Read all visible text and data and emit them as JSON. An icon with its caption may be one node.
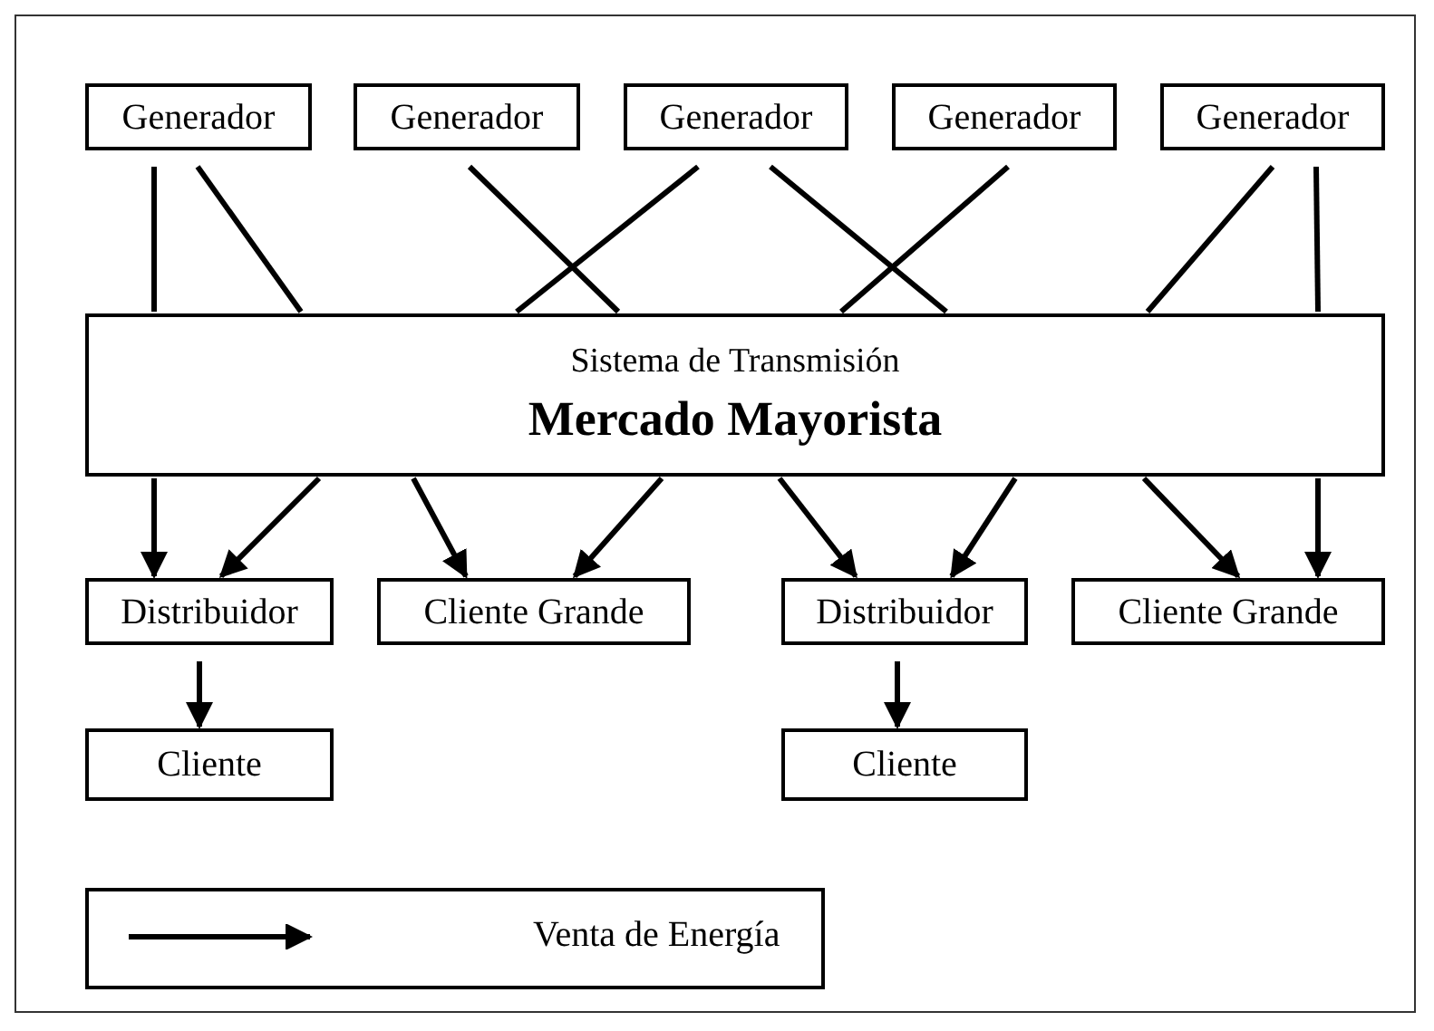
{
  "diagram": {
    "nodes": [
      {
        "text": [
          "Generador"
        ]
      },
      {
        "text": [
          "Generador"
        ]
      },
      {
        "text": [
          "Generador"
        ]
      },
      {
        "text": [
          "Generador"
        ]
      },
      {
        "text": [
          "Generador"
        ]
      },
      {
        "text": [
          "Sistema de Transmisión",
          "Mercado Mayorista"
        ]
      },
      {
        "text": [
          "Distribuidor"
        ]
      },
      {
        "text": [
          "Cliente Grande"
        ]
      },
      {
        "text": [
          "Distribuidor"
        ]
      },
      {
        "text": [
          "Cliente Grande"
        ]
      },
      {
        "text": [
          "Cliente"
        ]
      },
      {
        "text": [
          "Cliente"
        ]
      }
    ],
    "edges": [
      {
        "from": 0,
        "to": 5,
        "arrow": "none"
      },
      {
        "from": 0,
        "to": 5,
        "arrow": "none"
      },
      {
        "from": 1,
        "to": 5,
        "arrow": "none"
      },
      {
        "from": 2,
        "to": 5,
        "arrow": "none"
      },
      {
        "from": 2,
        "to": 5,
        "arrow": "none"
      },
      {
        "from": 3,
        "to": 5,
        "arrow": "none"
      },
      {
        "from": 4,
        "to": 5,
        "arrow": "none"
      },
      {
        "from": 4,
        "to": 5,
        "arrow": "none"
      },
      {
        "from": 5,
        "to": 6,
        "arrow": "to"
      },
      {
        "from": 5,
        "to": 6,
        "arrow": "to"
      },
      {
        "from": 5,
        "to": 7,
        "arrow": "to"
      },
      {
        "from": 5,
        "to": 7,
        "arrow": "to"
      },
      {
        "from": 5,
        "to": 8,
        "arrow": "to"
      },
      {
        "from": 5,
        "to": 8,
        "arrow": "to"
      },
      {
        "from": 5,
        "to": 9,
        "arrow": "to"
      },
      {
        "from": 5,
        "to": 9,
        "arrow": "to"
      },
      {
        "from": 6,
        "to": 10,
        "arrow": "to"
      },
      {
        "from": 8,
        "to": 11,
        "arrow": "to"
      }
    ],
    "legend": [
      {
        "text": "Venta de Energía"
      }
    ]
  }
}
